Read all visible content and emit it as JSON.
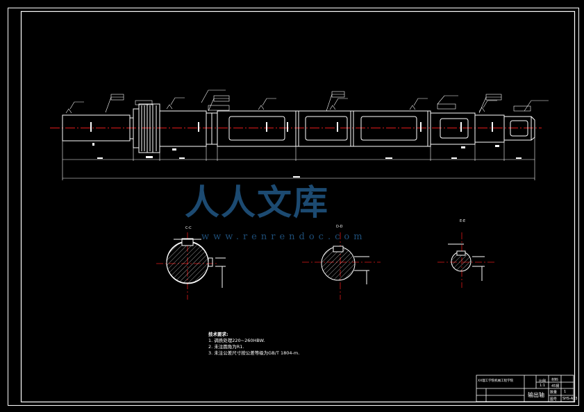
{
  "drawing": {
    "tech_notes": {
      "heading": "技术要求:",
      "items": [
        "1.  调质处理220~260HBW.",
        "2.  未注圆角为R1.",
        "3.  未注公差尺寸按公差等级为GB/T 1804-m."
      ]
    },
    "sections": {
      "c": "C-C",
      "d": "D-D",
      "e": "E-E"
    },
    "title_block": {
      "school": "XX理工学院机械工程学院",
      "part_name": "输出轴",
      "scale_label": "比例",
      "scale_value": "1:1",
      "material_label": "材料",
      "material_value": "45钢",
      "qty_label": "数量",
      "qty_value": "1",
      "sheet_label": "图号",
      "sheet_value": "SHS-A03"
    }
  },
  "watermark": {
    "text": "人人文库",
    "url": "www.renrendoc.com"
  }
}
